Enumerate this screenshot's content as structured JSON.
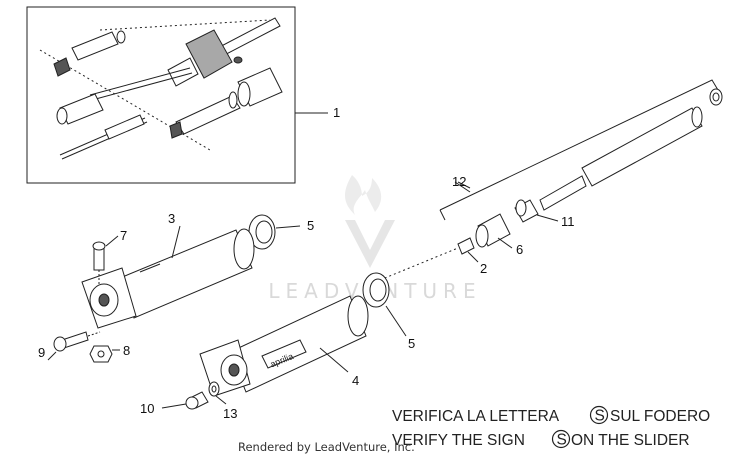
{
  "callouts": {
    "c1": "1",
    "c2": "2",
    "c3": "3",
    "c4": "4",
    "c5a": "5",
    "c5b": "5",
    "c6": "6",
    "c7": "7",
    "c8": "8",
    "c9": "9",
    "c10": "10",
    "c11": "11",
    "c12": "12",
    "c13": "13"
  },
  "slider_badge": "aprilia",
  "watermark": "LEADVENTURE",
  "note_it_before": "VERIFICA LA LETTERA ",
  "note_it_symbol": "S",
  "note_it_after": "SUL FODERO",
  "note_en_before": "VERIFY THE SIGN ",
  "note_en_symbol": "S",
  "note_en_after": " ON THE SLIDER",
  "credit": "Rendered by LeadVenture, Inc."
}
